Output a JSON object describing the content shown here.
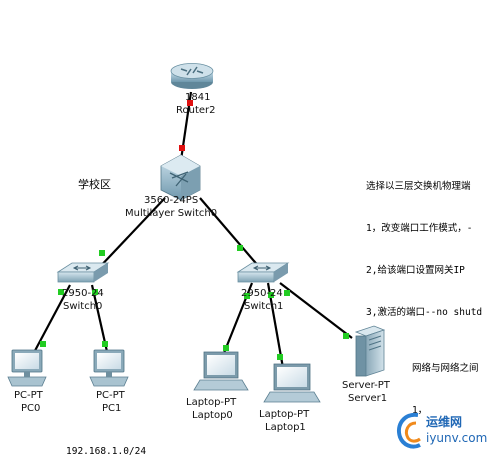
{
  "zone_label": "学校区",
  "subnet_label": "192.168.1.0/24",
  "devices": {
    "router": {
      "model": "1841",
      "name": "Router2"
    },
    "multilayer_switch": {
      "model": "3560-24PS",
      "name": "Multilayer Switch0"
    },
    "switch0": {
      "model": "2950-24",
      "name": "Switch0"
    },
    "switch1": {
      "model": "2950-24",
      "name": "Switch1"
    },
    "pc0": {
      "model": "PC-PT",
      "name": "PC0"
    },
    "pc1": {
      "model": "PC-PT",
      "name": "PC1"
    },
    "laptop0": {
      "model": "Laptop-PT",
      "name": "Laptop0"
    },
    "laptop1": {
      "model": "Laptop-PT",
      "name": "Laptop1"
    },
    "server1": {
      "model": "Server-PT",
      "name": "Server1"
    }
  },
  "notes": {
    "block1": [
      "选择以三层交换机物理端",
      "1，改变端口工作模式，-",
      "2,给该端口设置网关IP",
      "3,激活的端口--no shutd"
    ],
    "block2": [
      "网络与网络之间",
      "1，"
    ]
  },
  "watermark": {
    "line1": "运维网",
    "line2": "iyunv.com"
  },
  "colors": {
    "link": "#000000",
    "port_up": "#22cc22",
    "port_down": "#e01010"
  }
}
